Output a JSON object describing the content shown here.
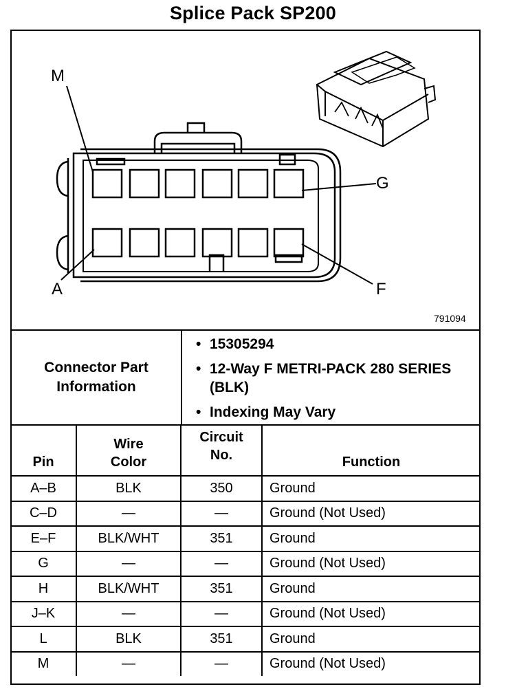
{
  "title": "Splice Pack SP200",
  "diagram": {
    "figure_number": "791094",
    "pin_labels": {
      "top_left": "M",
      "top_right": "G",
      "bottom_left": "A",
      "bottom_right": "F"
    },
    "icon": "connector-face-drawing"
  },
  "connector_info": {
    "label_line1": "Connector Part",
    "label_line2": "Information",
    "items": [
      "15305294",
      "12-Way F METRI-PACK 280 SERIES (BLK)",
      "Indexing May Vary"
    ],
    "bullet": "•"
  },
  "table": {
    "headers": {
      "pin": "Pin",
      "wire_color": "Wire Color",
      "circuit": "Circuit No.",
      "function": "Function"
    },
    "rows": [
      {
        "pin": "A–B",
        "wire": "BLK",
        "circuit": "350",
        "function": "Ground"
      },
      {
        "pin": "C–D",
        "wire": "—",
        "circuit": "—",
        "function": "Ground (Not Used)"
      },
      {
        "pin": "E–F",
        "wire": "BLK/WHT",
        "circuit": "351",
        "function": "Ground"
      },
      {
        "pin": "G",
        "wire": "—",
        "circuit": "—",
        "function": "Ground (Not Used)"
      },
      {
        "pin": "H",
        "wire": "BLK/WHT",
        "circuit": "351",
        "function": "Ground"
      },
      {
        "pin": "J–K",
        "wire": "—",
        "circuit": "—",
        "function": "Ground (Not Used)"
      },
      {
        "pin": "L",
        "wire": "BLK",
        "circuit": "351",
        "function": "Ground"
      },
      {
        "pin": "M",
        "wire": "—",
        "circuit": "—",
        "function": "Ground (Not Used)"
      }
    ]
  }
}
